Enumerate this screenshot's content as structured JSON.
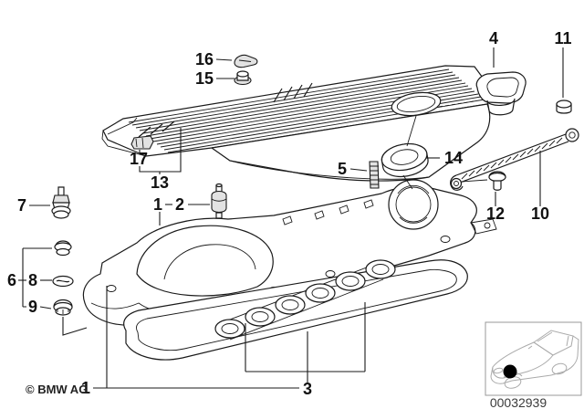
{
  "diagram": {
    "type": "exploded-parts-diagram",
    "colors": {
      "background": "#ffffff",
      "line": "#1a1a1a",
      "thumbnail_border": "#9a9a9a",
      "location_dot": "#000000"
    },
    "callouts": [
      {
        "label": "16"
      },
      {
        "label": "15"
      },
      {
        "label": "4"
      },
      {
        "label": "11"
      },
      {
        "label": "17"
      },
      {
        "label": "13"
      },
      {
        "label": "5"
      },
      {
        "label": "14"
      },
      {
        "label": "12"
      },
      {
        "label": "10"
      },
      {
        "label": "7"
      },
      {
        "label": "6"
      },
      {
        "label": "8"
      },
      {
        "label": "9"
      },
      {
        "label": "1"
      },
      {
        "label": "2"
      },
      {
        "label": "1"
      },
      {
        "label": "3"
      }
    ],
    "footer": {
      "copyright": "© BMW AG",
      "image_number": "00032939"
    }
  }
}
